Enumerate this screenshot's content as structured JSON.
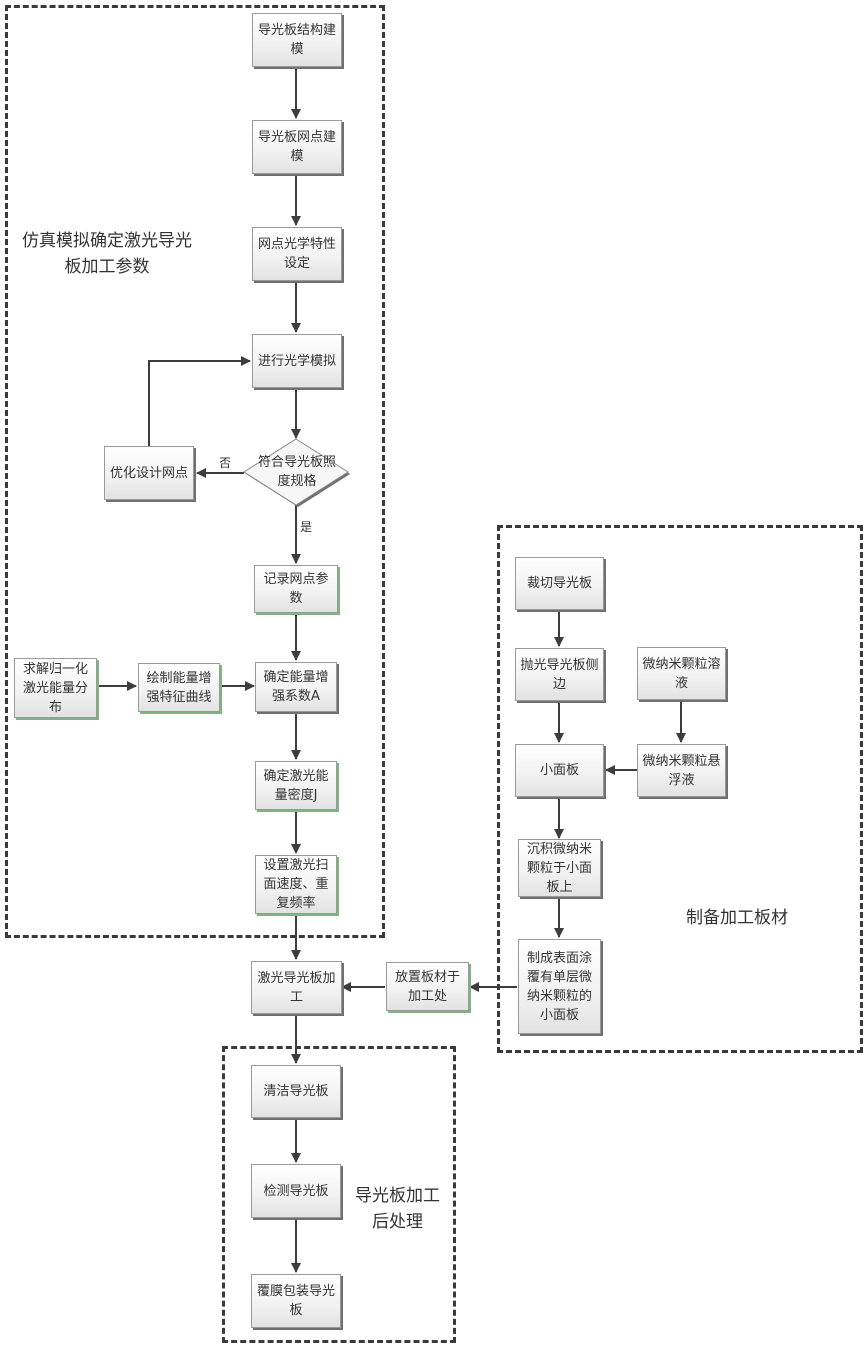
{
  "regions": {
    "simulation": {
      "label": "仿真模拟确定激光导光板加工参数"
    },
    "preparation": {
      "label": "制备加工板材"
    },
    "postprocess": {
      "label": "导光板加工后处理"
    }
  },
  "nodes": {
    "structure_modeling": "导光板结构建模",
    "dot_modeling": "导光板网点建模",
    "dot_optical_props": "网点光学特性设定",
    "optical_simulation": "进行光学模拟",
    "spec_check": "符合导光板照度规格",
    "optimize_dots": "优化设计网点",
    "record_params": "记录网点参数",
    "solve_energy_dist": "求解归一化激光能量分布",
    "plot_curve": "绘制能量增强特征曲线",
    "coef_a": "确定能量增强系数A",
    "density_j": "确定激光能量密度J",
    "scan_settings": "设置激光扫面速度、重复频率",
    "laser_processing": "激光导光板加工",
    "place_material": "放置板材于加工处",
    "cut_plate": "裁切导光板",
    "polish_edge": "抛光导光板侧边",
    "nano_solution": "微纳米颗粒溶液",
    "small_panel": "小面板",
    "nano_suspension": "微纳米颗粒悬浮液",
    "deposit": "沉积微纳米颗粒于小面板上",
    "coated_panel": "制成表面涂覆有单层微纳米颗粒的小面板",
    "clean": "清洁导光板",
    "inspect": "检测导光板",
    "film_pack": "覆膜包装导光板"
  },
  "edge_labels": {
    "no": "否",
    "yes": "是"
  }
}
